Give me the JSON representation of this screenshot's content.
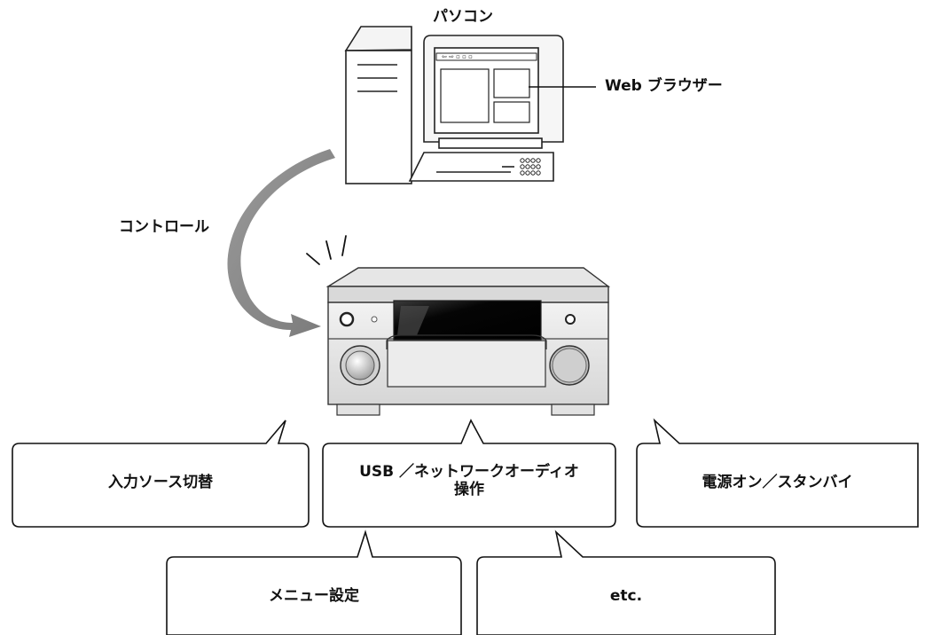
{
  "labels": {
    "pc": "パソコン",
    "browser": "Web ブラウザー",
    "control": "コントロール"
  },
  "callouts": {
    "input_switch": "入力ソース切替",
    "usb_network_line1": "USB ／ネットワークオーディオ",
    "usb_network_line2": "操作",
    "power": "電源オン／スタンバイ",
    "menu": "メニュー設定",
    "etc": "etc."
  }
}
